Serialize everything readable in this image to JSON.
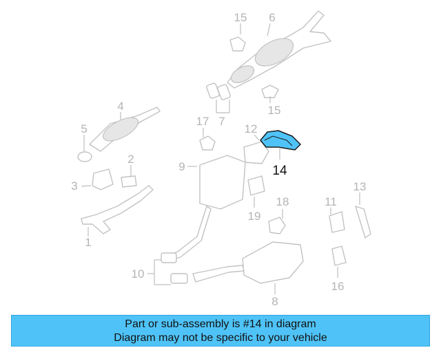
{
  "callouts": {
    "n1": "1",
    "n2": "2",
    "n3": "3",
    "n4": "4",
    "n5": "5",
    "n6": "6",
    "n7": "7",
    "n8": "8",
    "n9": "9",
    "n10": "10",
    "n11": "11",
    "n12": "12",
    "n13": "13",
    "n14": "14",
    "n15a": "15",
    "n15b": "15",
    "n16": "16",
    "n17": "17",
    "n18": "18",
    "n19": "19"
  },
  "highlighted_part": "14",
  "colors": {
    "highlight_fill": "#4fc3f7",
    "banner_bg": "#4fc3f7",
    "line_gray": "#c2c2c2"
  },
  "banner": {
    "line1": "Part or sub-assembly is #14 in diagram",
    "line2": "Diagram may not be specific to your vehicle"
  }
}
